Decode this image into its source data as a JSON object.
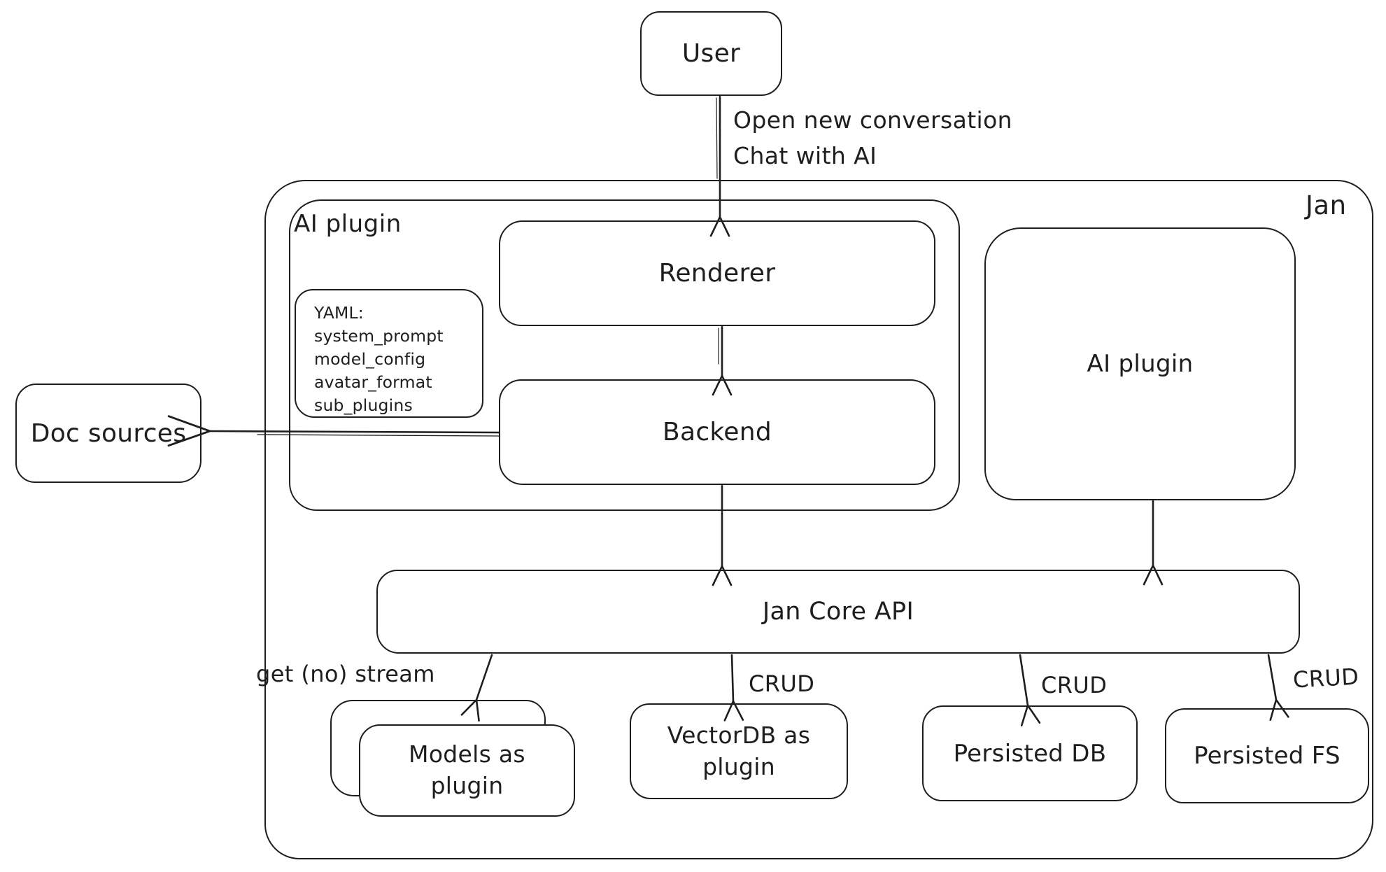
{
  "colors": {
    "stroke": "#1e1e1e",
    "background": "#ffffff"
  },
  "nodes": {
    "user": {
      "label": "User"
    },
    "jan_container": {
      "label": "Jan"
    },
    "ai_plugin_container": {
      "label": "AI plugin"
    },
    "renderer": {
      "label": "Renderer"
    },
    "backend": {
      "label": "Backend"
    },
    "ai_plugin_box": {
      "label": "AI plugin"
    },
    "doc_sources": {
      "label": "Doc sources"
    },
    "jan_core_api": {
      "label": "Jan Core API"
    },
    "models_plugin": {
      "label": "Models as plugin"
    },
    "vectordb_plugin": {
      "label": "VectorDB as plugin"
    },
    "persisted_db": {
      "label": "Persisted DB"
    },
    "persisted_fs": {
      "label": "Persisted FS"
    }
  },
  "yaml_note": {
    "title": "YAML:",
    "items": [
      "system_prompt",
      "model_config",
      "avatar_format",
      "sub_plugins"
    ]
  },
  "edge_labels": {
    "user_to_renderer_line1": "Open new conversation",
    "user_to_renderer_line2": "Chat with AI",
    "get_no_stream": "get (no) stream",
    "crud_vectordb": "CRUD",
    "crud_persisted_db": "CRUD",
    "crud_persisted_fs": "CRUD"
  }
}
